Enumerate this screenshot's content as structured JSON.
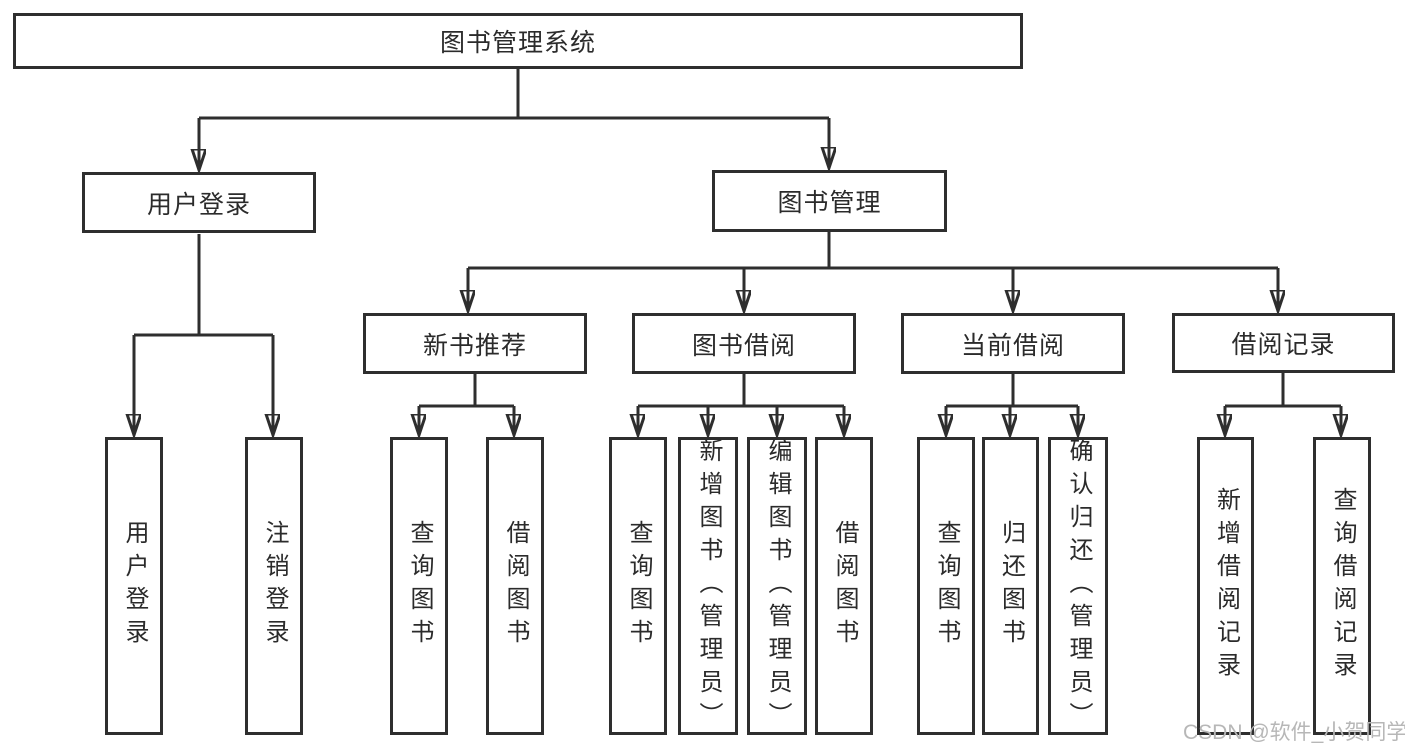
{
  "diagram": {
    "title": "图书管理系统",
    "root": {
      "label": "图书管理系统"
    },
    "branches": [
      {
        "label": "用户登录"
      },
      {
        "label": "图书管理"
      }
    ],
    "modules": [
      {
        "label": "新书推荐"
      },
      {
        "label": "图书借阅"
      },
      {
        "label": "当前借阅"
      },
      {
        "label": "借阅记录"
      }
    ],
    "leaves": [
      {
        "label": "用户登录",
        "parent": "用户登录"
      },
      {
        "label": "注销登录",
        "parent": "用户登录"
      },
      {
        "label": "查询图书",
        "parent": "新书推荐"
      },
      {
        "label": "借阅图书",
        "parent": "新书推荐"
      },
      {
        "label": "查询图书",
        "parent": "图书借阅"
      },
      {
        "label": "新增图书（管理员）",
        "parent": "图书借阅"
      },
      {
        "label": "编辑图书（管理员）",
        "parent": "图书借阅"
      },
      {
        "label": "借阅图书",
        "parent": "图书借阅"
      },
      {
        "label": "查询图书",
        "parent": "当前借阅"
      },
      {
        "label": "归还图书",
        "parent": "当前借阅"
      },
      {
        "label": "确认归还（管理员）",
        "parent": "当前借阅"
      },
      {
        "label": "新增借阅记录",
        "parent": "借阅记录"
      },
      {
        "label": "查询借阅记录",
        "parent": "借阅记录"
      }
    ]
  },
  "watermark": "CSDN @软件_小贺同学",
  "colors": {
    "line": "#2e2e2e",
    "box_border": "#2e2e2e",
    "text": "#2b2b2b",
    "watermark": "#b7b7b7",
    "background": "#ffffff"
  }
}
